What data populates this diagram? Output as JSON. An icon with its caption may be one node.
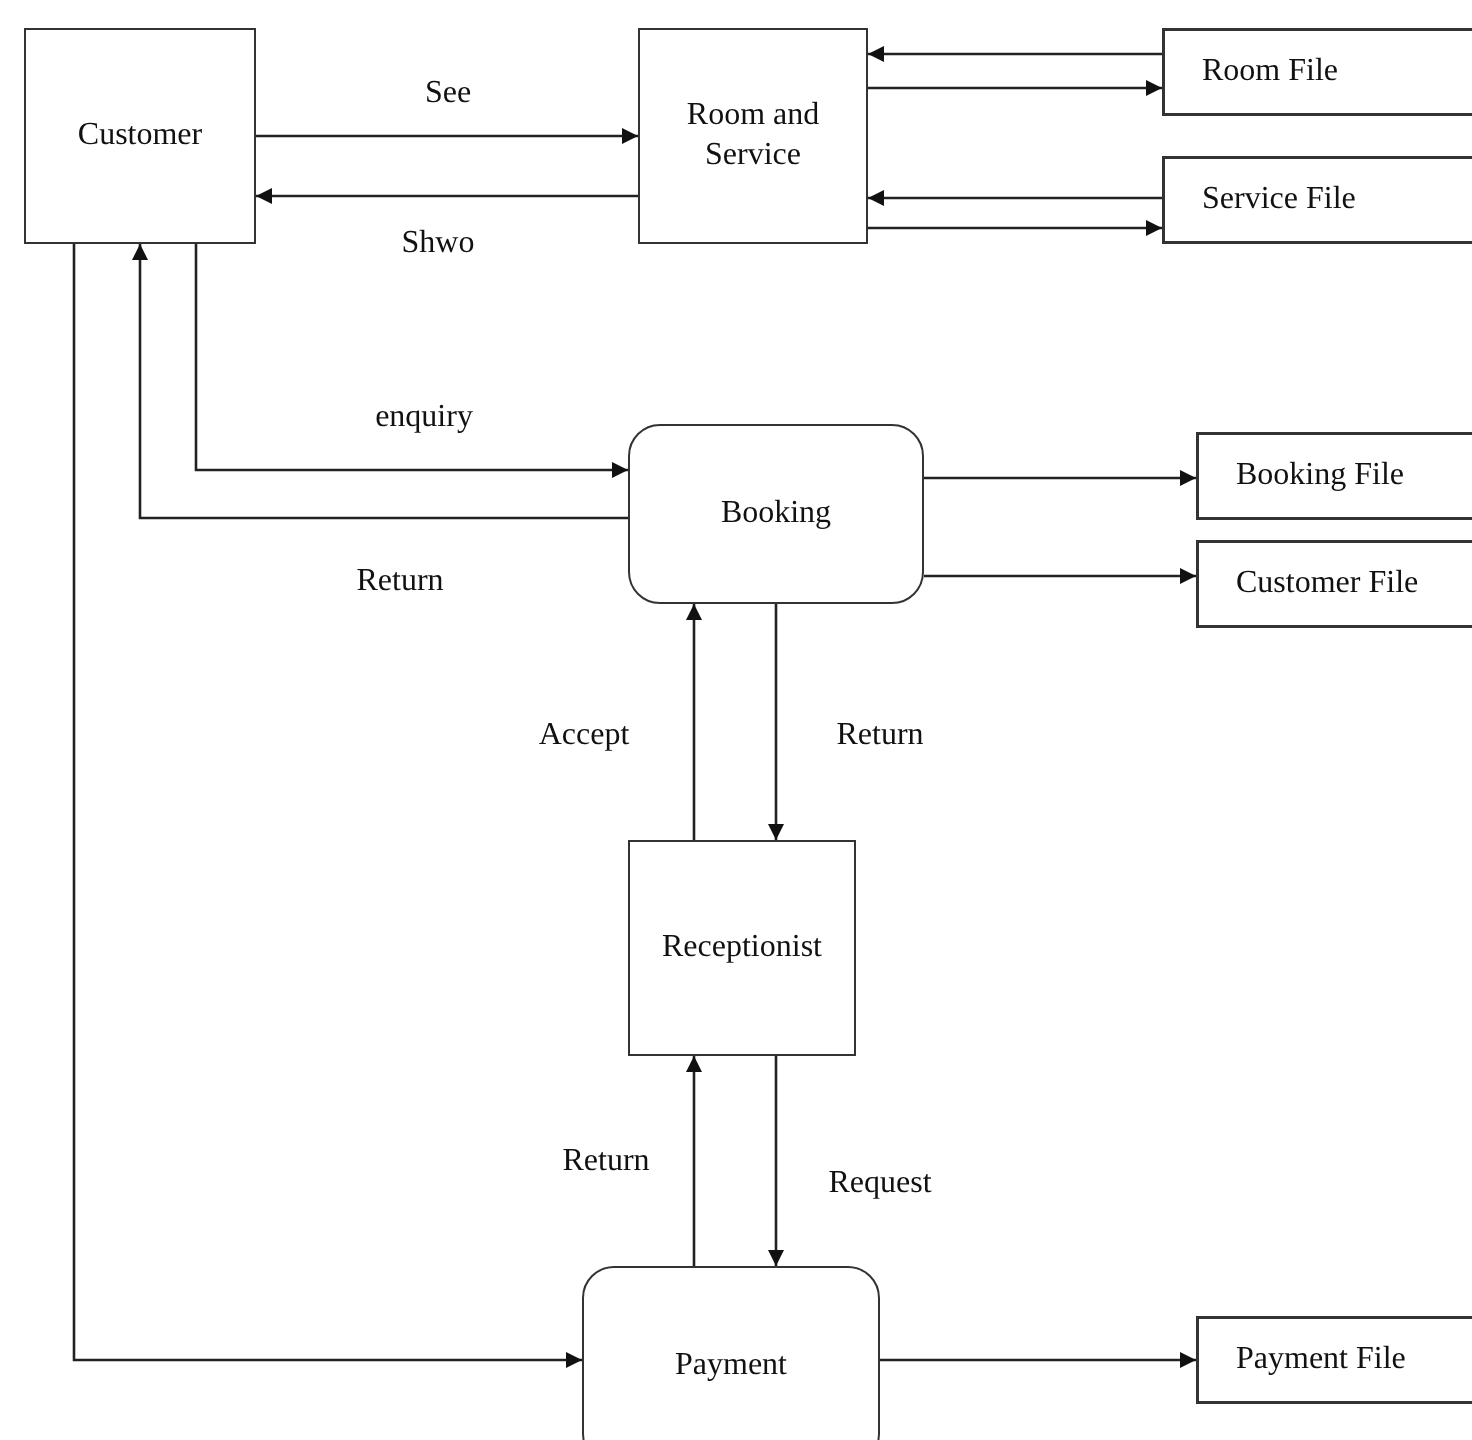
{
  "diagram": {
    "nodes": [
      {
        "text": [
          "Customer"
        ]
      },
      {
        "text": [
          "Room and Service"
        ]
      },
      {
        "text": [
          "Room File"
        ]
      },
      {
        "text": [
          "Service File"
        ]
      },
      {
        "text": [
          "Booking"
        ]
      },
      {
        "text": [
          "Booking File"
        ]
      },
      {
        "text": [
          "Customer File"
        ]
      },
      {
        "text": [
          "Receptionist"
        ]
      },
      {
        "text": [
          "Payment"
        ]
      },
      {
        "text": [
          "Payment File"
        ]
      }
    ],
    "edges": [
      {
        "from": 0,
        "to": 1,
        "arrow": "to",
        "label": "See"
      },
      {
        "from": 1,
        "to": 0,
        "arrow": "to",
        "label": "Shwo"
      },
      {
        "from": 2,
        "to": 1,
        "arrow": "to"
      },
      {
        "from": 1,
        "to": 2,
        "arrow": "to"
      },
      {
        "from": 3,
        "to": 1,
        "arrow": "to"
      },
      {
        "from": 1,
        "to": 3,
        "arrow": "to"
      },
      {
        "from": 0,
        "to": 4,
        "arrow": "to",
        "label": "enquiry"
      },
      {
        "from": 4,
        "to": 0,
        "arrow": "to",
        "label": "Return"
      },
      {
        "from": 4,
        "to": 5,
        "arrow": "to"
      },
      {
        "from": 4,
        "to": 6,
        "arrow": "to"
      },
      {
        "from": 7,
        "to": 4,
        "arrow": "to",
        "label": "Accept"
      },
      {
        "from": 4,
        "to": 7,
        "arrow": "to",
        "label": "Return"
      },
      {
        "from": 8,
        "to": 7,
        "arrow": "to",
        "label": "Return"
      },
      {
        "from": 7,
        "to": 8,
        "arrow": "to",
        "label": "Request"
      },
      {
        "from": 0,
        "to": 8,
        "arrow": "to"
      },
      {
        "from": 8,
        "to": 9,
        "arrow": "to"
      }
    ]
  }
}
